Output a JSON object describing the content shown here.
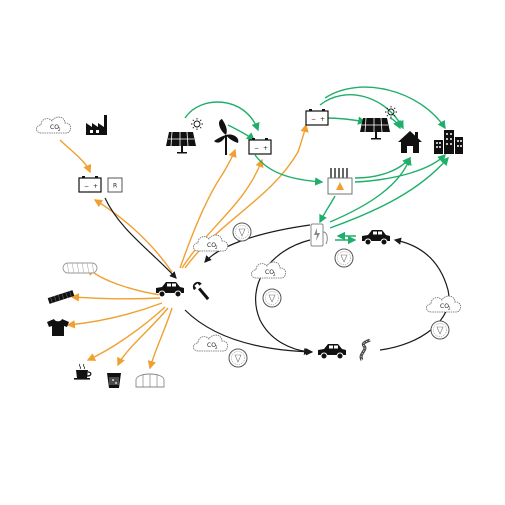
{
  "labels": {
    "co2_main": "CO",
    "co2_sub": "2",
    "battery_minus": "−",
    "battery_plus": "+",
    "r_box": "R"
  },
  "colors": {
    "orange": "#F0A030",
    "green": "#1FAF6A",
    "black": "#1A1A1A",
    "grey": "#888888"
  },
  "icons": [
    "co2-cloud-icon",
    "factory-icon",
    "battery-icon",
    "r-box-icon",
    "solar-panel-icon",
    "sun-icon",
    "wind-turbine-icon",
    "house-icon",
    "buildings-icon",
    "power-station-icon",
    "charging-station-icon",
    "car-icon",
    "wrench-icon",
    "road-icon",
    "coin-icon",
    "mesh-roll-icon",
    "tire-strip-icon",
    "tshirt-icon",
    "coffee-cup-icon",
    "glass-icon",
    "greenhouse-icon"
  ]
}
